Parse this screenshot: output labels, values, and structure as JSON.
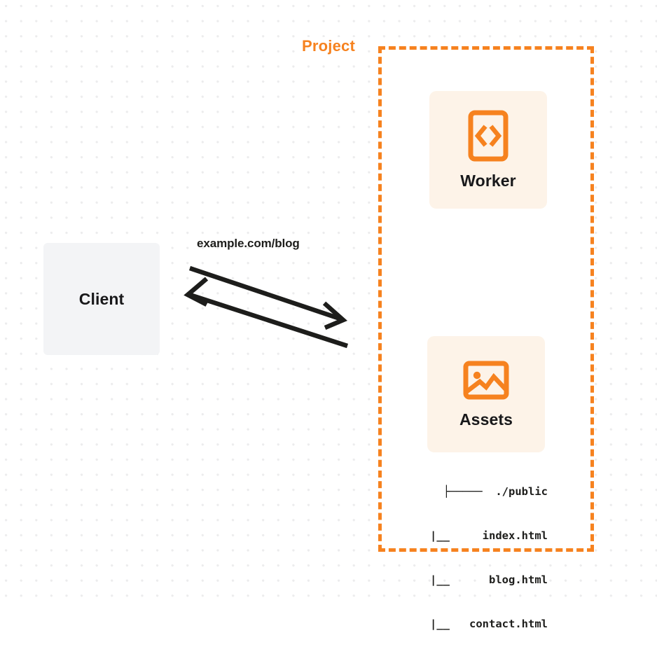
{
  "diagram": {
    "title": "Worker and Assets request routing diagram",
    "background": {
      "dot_color": "#ececed",
      "page_color": "#ffffff"
    },
    "colors": {
      "accent_orange": "#f6821f",
      "card_fill": "#fdf3e8",
      "client_fill": "#f3f4f6",
      "text_dark": "#18181a",
      "line_dark": "#1d1d1b"
    },
    "client": {
      "label": "Client",
      "icon": "client-box-icon"
    },
    "connector": {
      "label": "example.com/blog",
      "request_direction": "right",
      "response_direction": "left"
    },
    "project": {
      "title": "Project",
      "border_style": "dashed",
      "nodes": [
        {
          "label": "Worker",
          "icon": "code-brackets-icon"
        },
        {
          "label": "Assets",
          "icon": "image-picture-icon"
        }
      ],
      "file_tree": {
        "lines": [
          "├─────  ./public",
          "     |__     index.html",
          "     |__      blog.html",
          "     |__   contact.html"
        ],
        "root": "./public",
        "files": [
          "index.html",
          "blog.html",
          "contact.html"
        ]
      }
    }
  }
}
